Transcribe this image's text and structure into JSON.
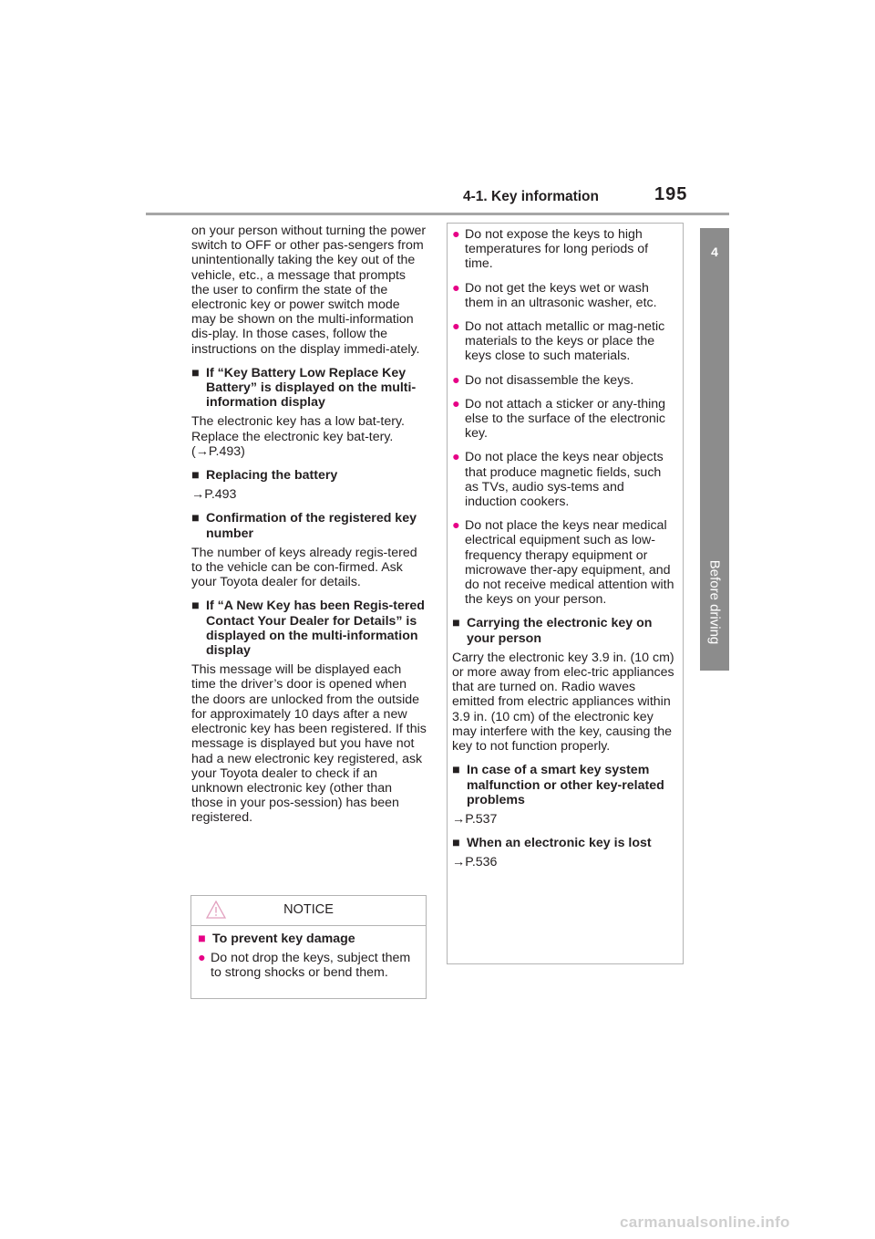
{
  "header": {
    "section": "4-1. Key information",
    "page_number": "195"
  },
  "side_tab": {
    "number": "4",
    "label": "Before driving"
  },
  "left_column": {
    "intro": "on your person without turning the power switch to OFF or other pas-sengers from unintentionally taking the key out of the vehicle, etc., a message that prompts the user to confirm the state of the electronic key or power switch mode may be shown on the multi-information dis-play. In those cases, follow the instructions on the display immedi-ately.",
    "s1_heading": "If “Key Battery Low Replace Key Battery” is displayed on the multi-information display",
    "s1_body": "The electronic key has a low bat-tery. Replace the electronic key bat-tery. (→P.493)",
    "s2_heading": "Replacing the battery",
    "s2_ref": "→P.493",
    "s3_heading": "Confirmation of the registered key number",
    "s3_body": "The number of keys already regis-tered to the vehicle can be con-firmed. Ask your Toyota dealer for details.",
    "s4_heading": "If “A New Key has been Regis-tered Contact Your Dealer for Details” is displayed on the multi-information display",
    "s4_body": "This message will be displayed each time the driver’s door is opened when the doors are unlocked from the outside for approximately 10 days after a new electronic key has been registered. If this message is displayed but you have not had a new electronic key registered, ask your Toyota dealer to check if an unknown electronic key (other than those in your pos-session) has been registered."
  },
  "notice": {
    "title": "NOTICE",
    "heading": "To prevent key damage",
    "bullet": "Do not drop the keys, subject them to strong shocks or bend them."
  },
  "right_column": {
    "bullets": [
      "Do not expose the keys to high temperatures for long periods of time.",
      "Do not get the keys wet or wash them in an ultrasonic washer, etc.",
      "Do not attach metallic or mag-netic materials to the keys or place the keys close to such materials.",
      "Do not disassemble the keys.",
      "Do not attach a sticker or any-thing else to the surface of the electronic key.",
      "Do not place the keys near objects that produce magnetic fields, such as TVs, audio sys-tems and induction cookers.",
      "Do not place the keys near medical electrical equipment such as low-frequency therapy equipment or microwave ther-apy equipment, and do not receive medical attention with the keys on your person."
    ],
    "h1": "Carrying the electronic key on your person",
    "h1_body": "Carry the electronic key 3.9 in. (10 cm) or more away from elec-tric appliances that are turned on. Radio waves emitted from electric appliances within 3.9 in. (10 cm) of the electronic key may interfere with the key, causing the key to not function properly.",
    "h2": "In case of a smart key system malfunction or other key-related problems",
    "h2_ref": "→P.537",
    "h3": "When an electronic key is lost",
    "h3_ref": "→P.536"
  },
  "bullet_symbol": "●",
  "heading_symbol": "■",
  "accent_color": "#e60086",
  "watermark": "carmanualsonline.info"
}
